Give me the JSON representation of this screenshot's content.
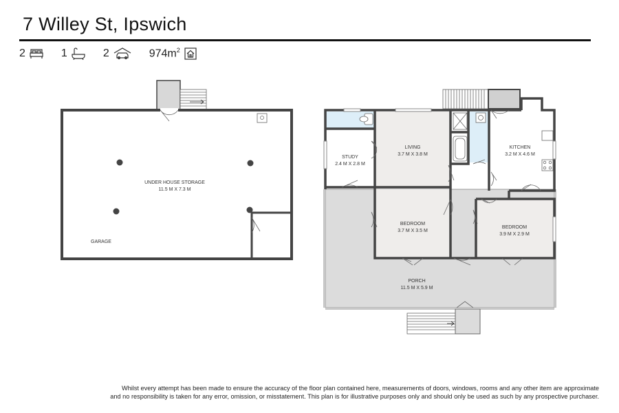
{
  "header": {
    "title": "7 Willey St, Ipswich"
  },
  "stats": {
    "bedrooms": "2",
    "bathrooms": "1",
    "garages": "2",
    "land_area": "974m",
    "land_unit_sup": "2",
    "icons": [
      "bed-icon",
      "bath-icon",
      "car-icon",
      "house-icon"
    ]
  },
  "rooms": {
    "storage_name": "UNDER HOUSE STORAGE",
    "storage_dims": "11.5 M X 7.3 M",
    "garage_name": "GARAGE",
    "study_name": "STUDY",
    "study_dims": "2.4 M X 2.8 M",
    "living_name": "LIVING",
    "living_dims": "3.7 M X 3.8 M",
    "kitchen_name": "KITCHEN",
    "kitchen_dims": "3.2 M X 4.6 M",
    "bedroom1_name": "BEDROOM",
    "bedroom1_dims": "3.7 M X 3.5 M",
    "bedroom2_name": "BEDROOM",
    "bedroom2_dims": "3.9 M X 2.9 M",
    "porch_name": "PORCH",
    "porch_dims": "11.5 M X 5.9 M"
  },
  "colors": {
    "wall": "#444444",
    "room_fill": "#efedeb",
    "porch_fill": "#dcdcdc",
    "wet_fill": "#ddeef8"
  },
  "disclaimer": {
    "line1": "Whilst every attempt has been made to ensure the accuracy of the floor plan contained here, measurements of doors, windows, rooms and any other item are approximate",
    "line2": "and no responsibility is taken for any error, omission, or misstatement. This plan is for illustrative purposes only and should only be used as such by any prospective purchaser."
  }
}
